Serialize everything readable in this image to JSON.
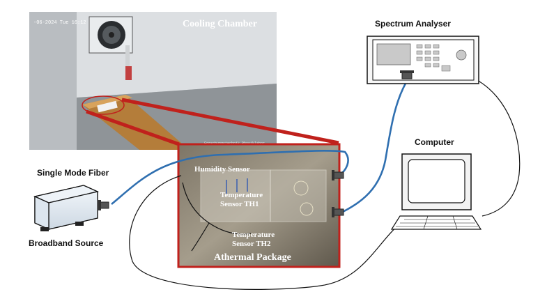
{
  "photo": {
    "title": "Cooling Chamber",
    "timestamp": "-06-2024 Tue 16:12",
    "watermark": "Forschungstechnik Physiklabor"
  },
  "package": {
    "title": "Athermal Package",
    "humidity_sensor": "Humidity Sensor",
    "th1_line1": "Temperature",
    "th1_line2": "Sensor TH1",
    "th2_line1": "Temperature",
    "th2_line2": "Sensor TH2"
  },
  "devices": {
    "spectrum_analyser": "Spectrum Analyser",
    "computer": "Computer",
    "fiber": "Single Mode Fiber",
    "source": "Broadband Source"
  },
  "colors": {
    "fiber": "#2f6fb0",
    "highlight": "#c0211c",
    "cable": "#111111",
    "box": "#dde6ef"
  }
}
